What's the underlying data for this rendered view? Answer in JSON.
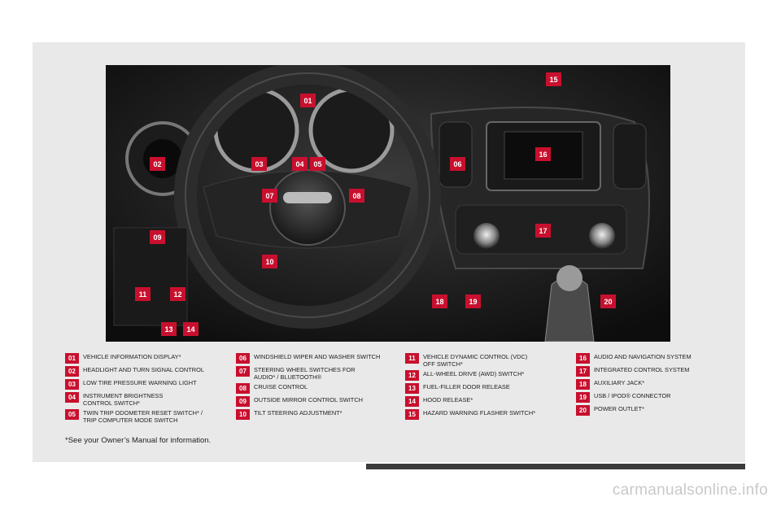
{
  "callouts": [
    "01",
    "02",
    "03",
    "04",
    "05",
    "06",
    "07",
    "08",
    "09",
    "10",
    "11",
    "12",
    "13",
    "14",
    "15",
    "16",
    "17",
    "18",
    "19",
    "20"
  ],
  "legend": [
    {
      "num": "01",
      "text": "VEHICLE INFORMATION DISPLAY*"
    },
    {
      "num": "02",
      "text": "HEADLIGHT AND TURN SIGNAL CONTROL"
    },
    {
      "num": "03",
      "text": "LOW TIRE PRESSURE WARNING LIGHT"
    },
    {
      "num": "04",
      "text": "INSTRUMENT BRIGHTNESS\nCONTROL SWITCH*"
    },
    {
      "num": "05",
      "text": "TWIN TRIP ODOMETER RESET SWITCH* /\nTRIP COMPUTER MODE SWITCH"
    },
    {
      "num": "06",
      "text": "WINDSHIELD WIPER AND WASHER SWITCH"
    },
    {
      "num": "07",
      "text": "STEERING WHEEL SWITCHES FOR\nAUDIO* / BLUETOOTH®"
    },
    {
      "num": "08",
      "text": "CRUISE CONTROL"
    },
    {
      "num": "09",
      "text": "OUTSIDE MIRROR CONTROL SWITCH"
    },
    {
      "num": "10",
      "text": "TILT STEERING ADJUSTMENT*"
    },
    {
      "num": "11",
      "text": "VEHICLE DYNAMIC CONTROL (VDC)\nOFF SWITCH*"
    },
    {
      "num": "12",
      "text": "ALL-WHEEL DRIVE (AWD) SWITCH*"
    },
    {
      "num": "13",
      "text": "FUEL-FILLER DOOR RELEASE"
    },
    {
      "num": "14",
      "text": "HOOD RELEASE*"
    },
    {
      "num": "15",
      "text": "HAZARD WARNING FLASHER SWITCH*"
    },
    {
      "num": "16",
      "text": "AUDIO AND NAVIGATION SYSTEM"
    },
    {
      "num": "17",
      "text": "INTEGRATED CONTROL SYSTEM"
    },
    {
      "num": "18",
      "text": "AUXILIARY JACK*"
    },
    {
      "num": "19",
      "text": "USB / IPOD® CONNECTOR"
    },
    {
      "num": "20",
      "text": "POWER OUTLET*"
    }
  ],
  "footnote": "*See your Owner’s Manual for information.",
  "watermark": "carmanualsonline.info",
  "colors": {
    "accent": "#c8102e",
    "panel": "#e9e9e9"
  }
}
